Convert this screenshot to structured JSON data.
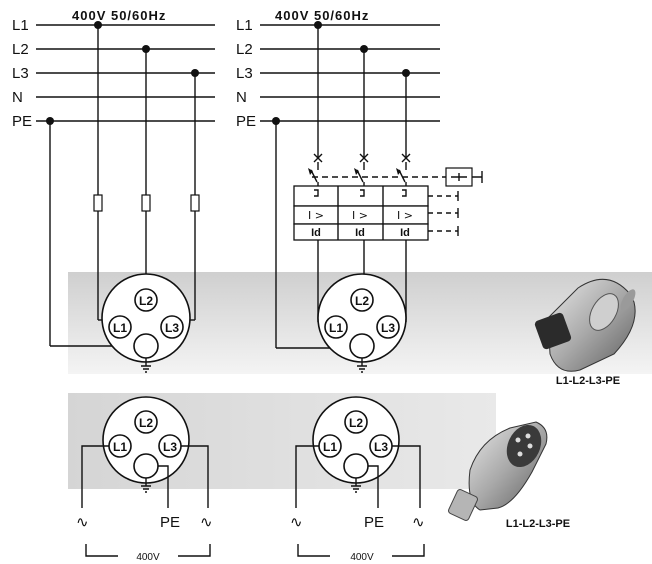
{
  "left_diagram": {
    "lines": [
      "L1",
      "L2",
      "L3",
      "N",
      "PE"
    ],
    "voltage": "400V 50/60Hz"
  },
  "right_diagram": {
    "lines": [
      "L1",
      "L2",
      "L3",
      "N",
      "PE"
    ],
    "voltage": "400V 50/60Hz",
    "breaker_labels": [
      "I >",
      "I >",
      "I >"
    ],
    "rcd_labels": [
      "Id",
      "Id",
      "Id"
    ]
  },
  "socket_pins": [
    "L2",
    "L1",
    "L3"
  ],
  "plug_pins": [
    "L2",
    "L1",
    "L3"
  ],
  "bottom_left": {
    "pe_label": "PE",
    "ac_symbol": "∿",
    "voltage": "400V"
  },
  "bottom_right": {
    "pe_label": "PE",
    "ac_symbol": "∿",
    "voltage": "400V"
  },
  "products": {
    "socket_caption": "L1-L2-L3-PE",
    "plug_caption": "L1-L2-L3-PE"
  }
}
